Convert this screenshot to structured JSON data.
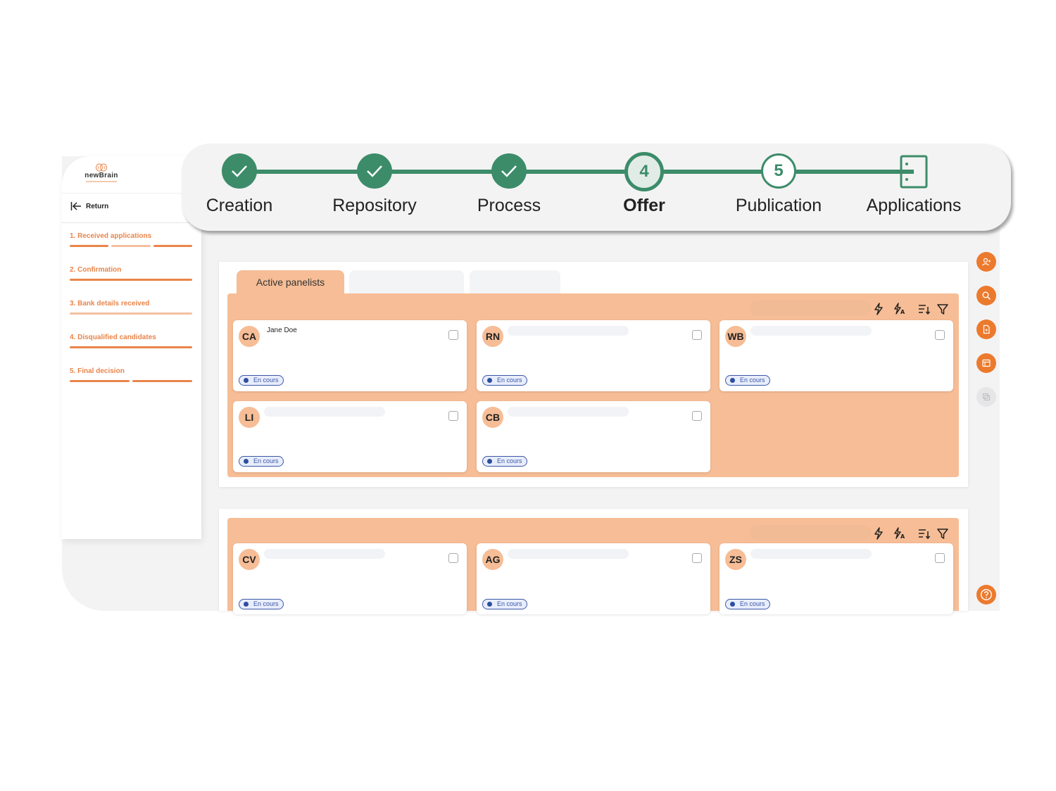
{
  "app": {
    "logo_text": "newBrain",
    "return_label": "Return"
  },
  "sidebar": {
    "items": [
      {
        "number": "1.",
        "label": "Received applications"
      },
      {
        "number": "2.",
        "label": "Confirmation"
      },
      {
        "number": "3.",
        "label": "Bank details received"
      },
      {
        "number": "4.",
        "label": "Disqualified candidates"
      },
      {
        "number": "5.",
        "label": "Final decision"
      }
    ]
  },
  "stepper": {
    "steps": [
      {
        "label": "Creation",
        "state": "done"
      },
      {
        "label": "Repository",
        "state": "done"
      },
      {
        "label": "Process",
        "state": "done"
      },
      {
        "label": "Offer",
        "state": "current",
        "number": "4"
      },
      {
        "label": "Publication",
        "state": "upcoming",
        "number": "5"
      },
      {
        "label": "Applications",
        "state": "document"
      }
    ],
    "accent_color": "#3c8c6a"
  },
  "panel1": {
    "active_tab": "Active panelists",
    "cards": [
      {
        "initials": "CA",
        "name": "Jane Doe",
        "status": "En cours"
      },
      {
        "initials": "RN",
        "name": "",
        "status": "En cours"
      },
      {
        "initials": "WB",
        "name": "",
        "status": "En cours"
      },
      {
        "initials": "LI",
        "name": "",
        "status": "En cours"
      },
      {
        "initials": "CB",
        "name": "",
        "status": "En cours"
      }
    ]
  },
  "panel2": {
    "cards": [
      {
        "initials": "CV",
        "name": "",
        "status": "En cours"
      },
      {
        "initials": "AG",
        "name": "",
        "status": "En cours"
      },
      {
        "initials": "ZS",
        "name": "",
        "status": "En cours"
      }
    ]
  },
  "toolbar": {
    "icons": [
      "lightning-icon",
      "auto-action-icon",
      "sort-icon",
      "filter-icon"
    ]
  },
  "rail": {
    "icons": [
      "add-user-icon",
      "search-icon",
      "document-icon",
      "layout-icon",
      "copy-icon"
    ]
  },
  "colors": {
    "brand_orange": "#ec7a2d",
    "board_peach": "#f6bd96",
    "status_blue": "#3b57a8"
  }
}
